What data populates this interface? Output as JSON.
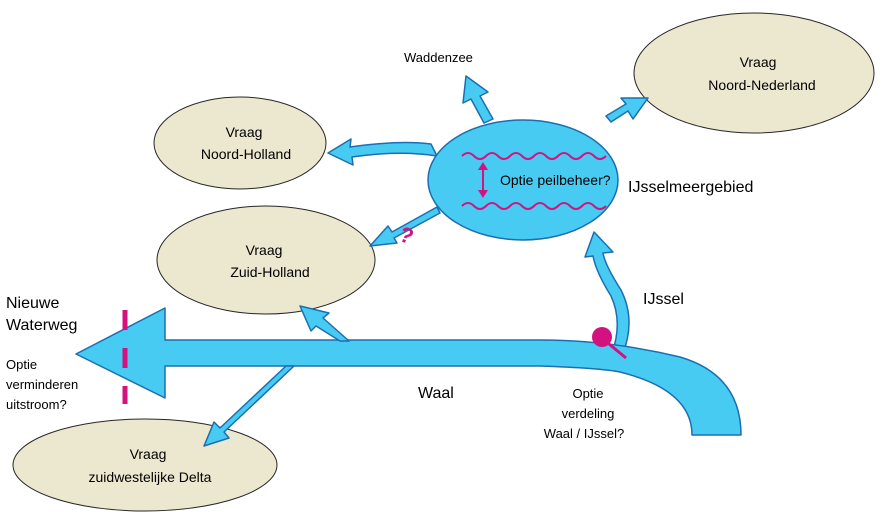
{
  "colors": {
    "water": "#48cbf2",
    "outline": "#1b6fb0",
    "demand_fill": "#ece7cf",
    "demand_stroke": "#262626",
    "accent": "#d3127f"
  },
  "nodes": {
    "vraag_noord_nederland": {
      "line1": "Vraag",
      "line2": "Noord-Nederland"
    },
    "vraag_noord_holland": {
      "line1": "Vraag",
      "line2": "Noord-Holland"
    },
    "vraag_zuid_holland": {
      "line1": "Vraag",
      "line2": "Zuid-Holland"
    },
    "vraag_zw_delta": {
      "line1": "Vraag",
      "line2": "zuidwestelijke Delta"
    },
    "ijsselmeer": {
      "inner_label": "Optie peilbeheer?",
      "side_label": "IJsselmeergebied"
    }
  },
  "labels": {
    "waddenzee": "Waddenzee",
    "ijssel": "IJssel",
    "waal": "Waal",
    "nieuwe_waterweg_1": "Nieuwe",
    "nieuwe_waterweg_2": "Waterweg",
    "optie_uitstroom_1": "Optie",
    "optie_uitstroom_2": "verminderen",
    "optie_uitstroom_3": "uitstroom?",
    "optie_verdeling_1": "Optie",
    "optie_verdeling_2": "verdeling",
    "optie_verdeling_3": "Waal / IJssel?",
    "question_mark": "?"
  }
}
